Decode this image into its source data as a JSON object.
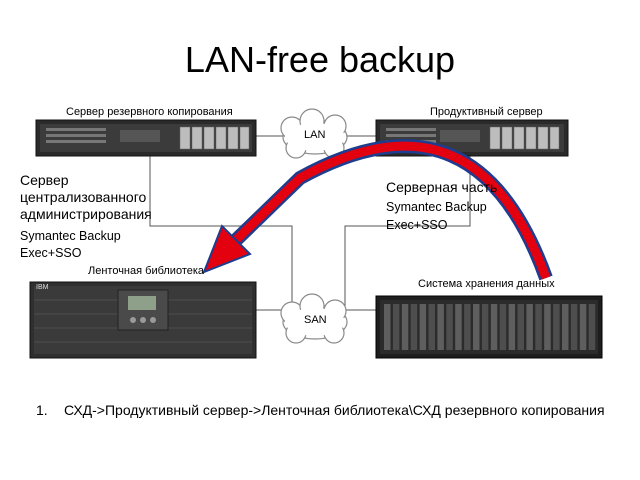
{
  "title": "LAN-free backup",
  "devices": {
    "backup_server": "Сервер резервного копирования",
    "production_server": "Продуктивный сервер",
    "tape_library": "Ленточная библиотека",
    "storage_system": "Система хранения данных",
    "tape_brand": "IBM"
  },
  "clouds": {
    "lan": "LAN",
    "san": "SAN"
  },
  "left_text": [
    "Сервер",
    "централизованного",
    "администрирования",
    "Symantec Backup",
    "Exec+SSO"
  ],
  "right_text": [
    "Серверная часть",
    "Symantec Backup",
    "Exec+SSO"
  ],
  "caption": {
    "number": "1.",
    "text": "СХД->Продуктивный сервер->Ленточная библиотека\\СХД резервного копирования"
  },
  "colors": {
    "arrow": "#e3000f",
    "arrow_outline": "#1f3d8f"
  }
}
